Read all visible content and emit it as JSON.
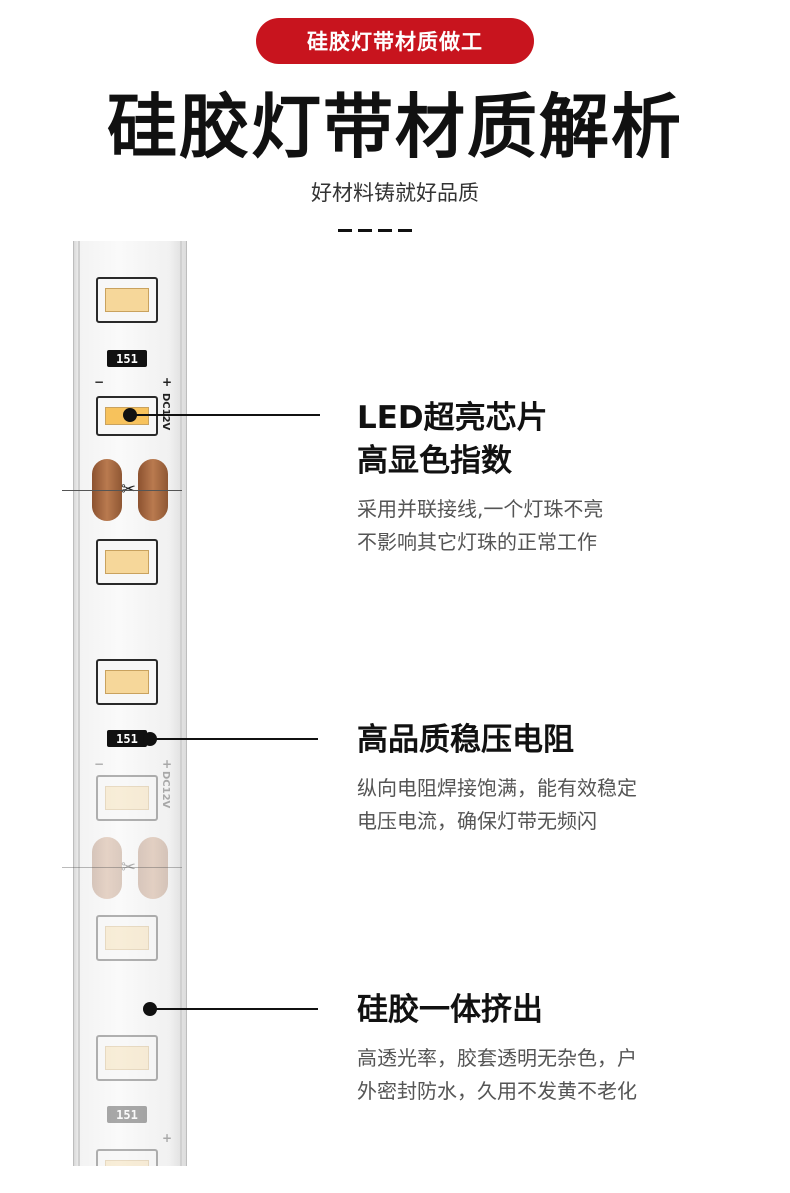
{
  "badge": "硅胶灯带材质做工",
  "title": "硅胶灯带材质解析",
  "subtitle": "好材料铸就好品质",
  "strip": {
    "resistor_code": "151",
    "voltage_label": "DC12V",
    "minus": "−",
    "plus": "+",
    "scissors_icon": "✂"
  },
  "features": [
    {
      "title_lines": [
        "LED超亮芯片",
        "高显色指数"
      ],
      "desc_lines": [
        "采用并联接线,一个灯珠不亮",
        "不影响其它灯珠的正常工作"
      ]
    },
    {
      "title_lines": [
        "高品质稳压电阻"
      ],
      "desc_lines": [
        "纵向电阻焊接饱满，能有效稳定",
        "电压电流，确保灯带无频闪"
      ]
    },
    {
      "title_lines": [
        "硅胶一体挤出"
      ],
      "desc_lines": [
        "高透光率，胶套透明无杂色，户",
        "外密封防水，久用不发黄不老化"
      ]
    }
  ]
}
